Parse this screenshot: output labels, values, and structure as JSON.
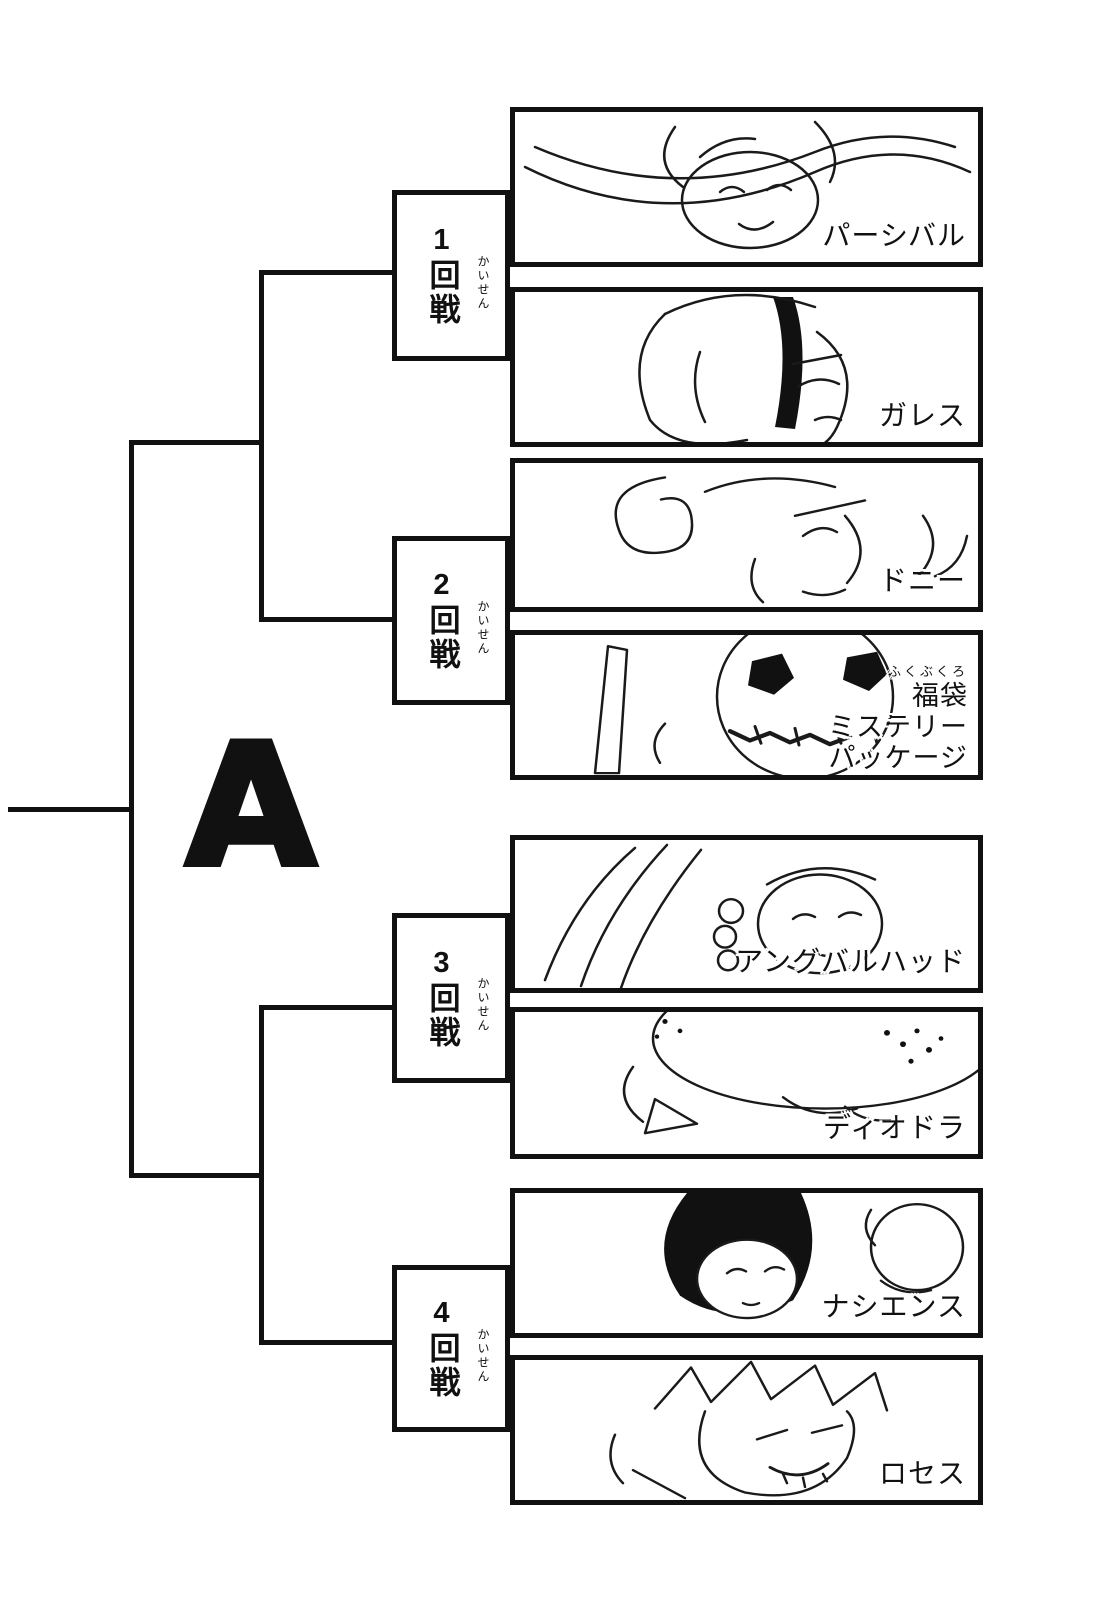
{
  "page": {
    "background": "#ffffff",
    "ink": "#111111"
  },
  "bracket": {
    "group_label": "A",
    "rounds": [
      {
        "number": "1",
        "kanji": "回戦",
        "furigana": "かいせん"
      },
      {
        "number": "2",
        "kanji": "回戦",
        "furigana": "かいせん"
      },
      {
        "number": "3",
        "kanji": "回戦",
        "furigana": "かいせん"
      },
      {
        "number": "4",
        "kanji": "回戦",
        "furigana": "かいせん"
      }
    ],
    "entrants": [
      {
        "name": "パーシバル"
      },
      {
        "name": "ガレス"
      },
      {
        "name": "ドニー"
      },
      {
        "name": "福袋ミステリーパッケージ",
        "name_lines": [
          "福袋",
          "ミステリー",
          "パッケージ"
        ],
        "furigana": "ふくぶくろ"
      },
      {
        "name": "アングバルハッド"
      },
      {
        "name": "ディオドラ"
      },
      {
        "name": "ナシエンス"
      },
      {
        "name": "ロセス"
      }
    ],
    "matches": [
      {
        "round": "1回戦",
        "entrant_top": "パーシバル",
        "entrant_bottom": "ガレス"
      },
      {
        "round": "2回戦",
        "entrant_top": "ドニー",
        "entrant_bottom": "福袋ミステリーパッケージ"
      },
      {
        "round": "3回戦",
        "entrant_top": "アングバルハッド",
        "entrant_bottom": "ディオドラ"
      },
      {
        "round": "4回戦",
        "entrant_top": "ナシエンス",
        "entrant_bottom": "ロセス"
      }
    ]
  }
}
